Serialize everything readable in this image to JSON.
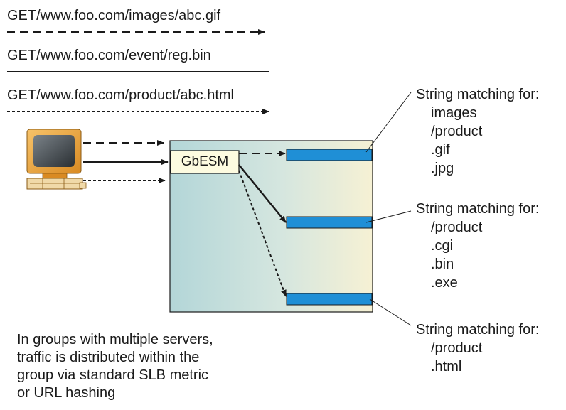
{
  "requests": [
    {
      "url": "GET/www.foo.com/images/abc.gif",
      "line_style": "dashed"
    },
    {
      "url": "GET/www.foo.com/event/reg.bin",
      "line_style": "solid"
    },
    {
      "url": "GET/www.foo.com/product/abc.html",
      "line_style": "dotted"
    }
  ],
  "switch_label": "GbESM",
  "server_groups": [
    {
      "heading": "String matching for:",
      "items": [
        "images",
        "/product",
        ".gif",
        ".jpg"
      ]
    },
    {
      "heading": "String matching for:",
      "items": [
        "/product",
        ".cgi",
        ".bin",
        ".exe"
      ]
    },
    {
      "heading": "String matching for:",
      "items": [
        "/product",
        ".html"
      ]
    }
  ],
  "note_lines": [
    "In groups with multiple servers,",
    "traffic is distributed within the",
    "group via standard SLB metric",
    "or URL hashing"
  ],
  "colors": {
    "server_bar": "#1f8fd6",
    "box_left": "#b3d6d8",
    "box_right": "#f6f1d4",
    "switch_fill": "#fdfbe0",
    "monitor": "#e9a33e"
  },
  "icons": [
    "computer-icon"
  ]
}
